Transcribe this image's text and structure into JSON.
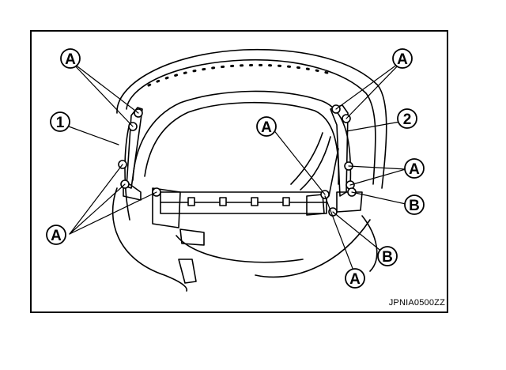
{
  "figure": {
    "code": "JPNIA0500ZZ"
  },
  "callouts": {
    "a": "A",
    "b": "B",
    "one": "1",
    "two": "2"
  },
  "colors": {
    "line": "#000000",
    "background": "#ffffff"
  }
}
